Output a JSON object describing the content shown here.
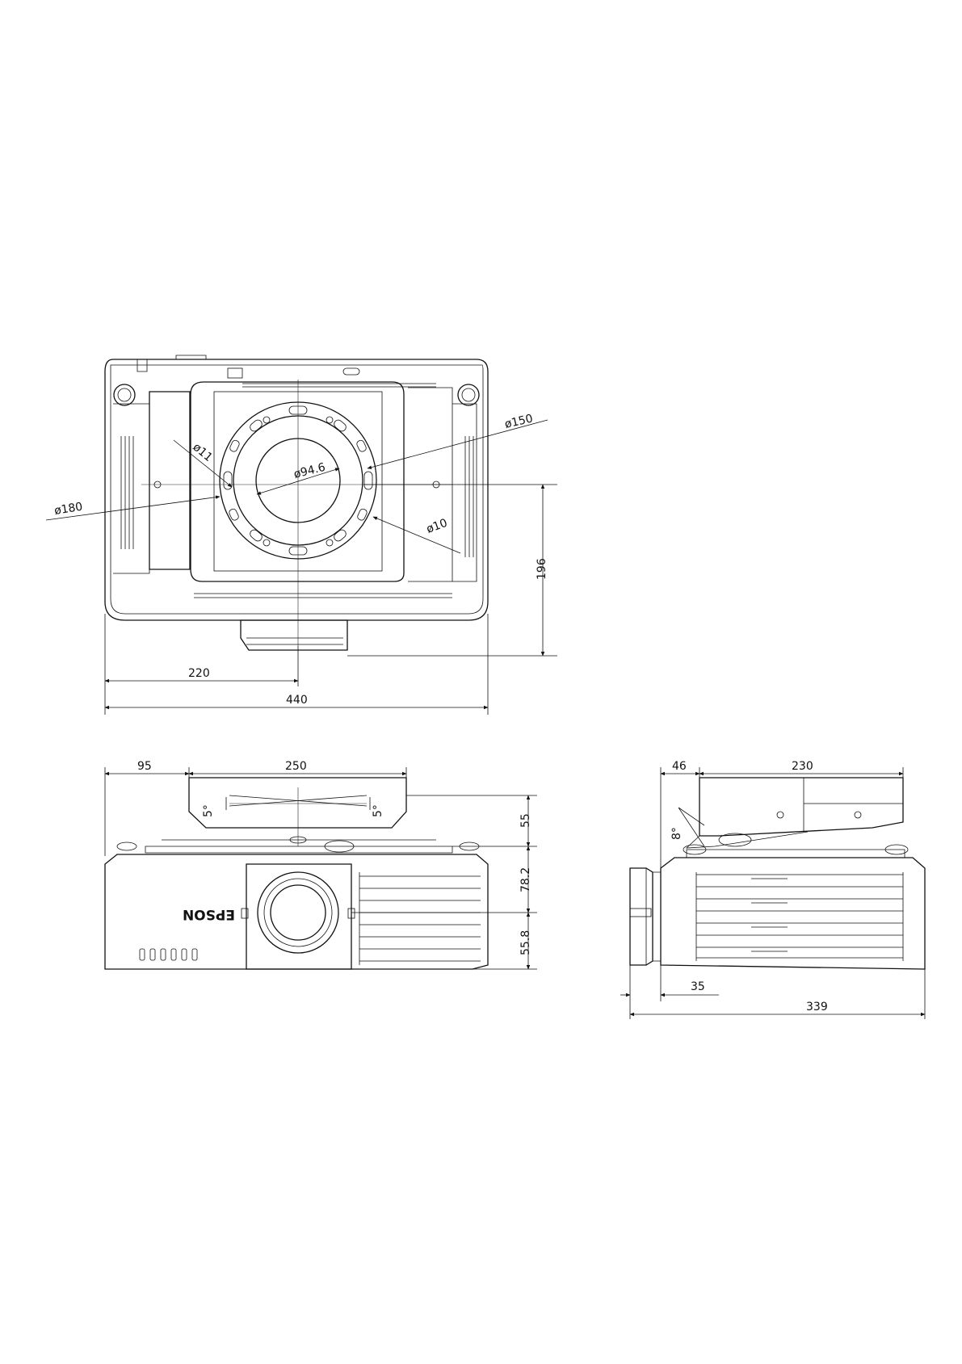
{
  "top_view": {
    "dim_width_total": "440",
    "dim_width_half": "220",
    "dim_depth": "196",
    "dia_outer": "ø180",
    "dia_ring": "ø150",
    "dia_center": "ø94.6",
    "dia_hole_small": "ø11",
    "dia_hole_slot": "ø10"
  },
  "front_view": {
    "dim_offset_left": "95",
    "dim_bracket_width": "250",
    "dim_bracket_height": "55",
    "dim_body_upper": "78.2",
    "dim_body_lower": "55.8",
    "tilt_left": "5°",
    "tilt_right": "5°",
    "brand_logo": "EPSON"
  },
  "side_view": {
    "dim_offset": "46",
    "dim_bracket_depth": "230",
    "tilt_angle": "8°",
    "dim_lens": "35",
    "dim_total_depth": "339"
  }
}
